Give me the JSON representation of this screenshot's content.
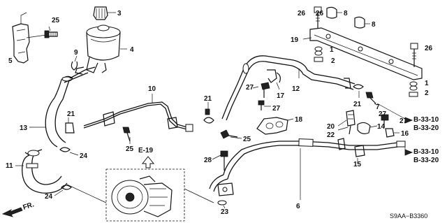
{
  "callouts": {
    "c1a": "1",
    "c1b": "1",
    "c2a": "2",
    "c2b": "2",
    "c3": "3",
    "c4": "4",
    "c5": "5",
    "c6": "6",
    "c7": "7",
    "c8a": "8",
    "c8b": "8",
    "c9": "9",
    "c10": "10",
    "c11": "11",
    "c12": "12",
    "c13": "13",
    "c14": "14",
    "c15": "15",
    "c16": "16",
    "c17": "17",
    "c18": "18",
    "c19": "19",
    "c20": "20",
    "c21a": "21",
    "c21b": "21",
    "c21c": "21",
    "c22": "22",
    "c23": "23",
    "c24a": "24",
    "c24b": "24",
    "c25a": "25",
    "c25b": "25",
    "c25c": "25",
    "c26a": "26",
    "c26b": "26",
    "c27a": "27",
    "c27b": "27",
    "c27c": "27",
    "c28": "28"
  },
  "references": {
    "b3310_a": "B-33-10",
    "b3320_a": "B-33-20",
    "b3310_b": "B-33-10",
    "b3320_b": "B-33-20",
    "e19": "E-19"
  },
  "front_label": "FR.",
  "diagram_code": "S9AA−B3360"
}
